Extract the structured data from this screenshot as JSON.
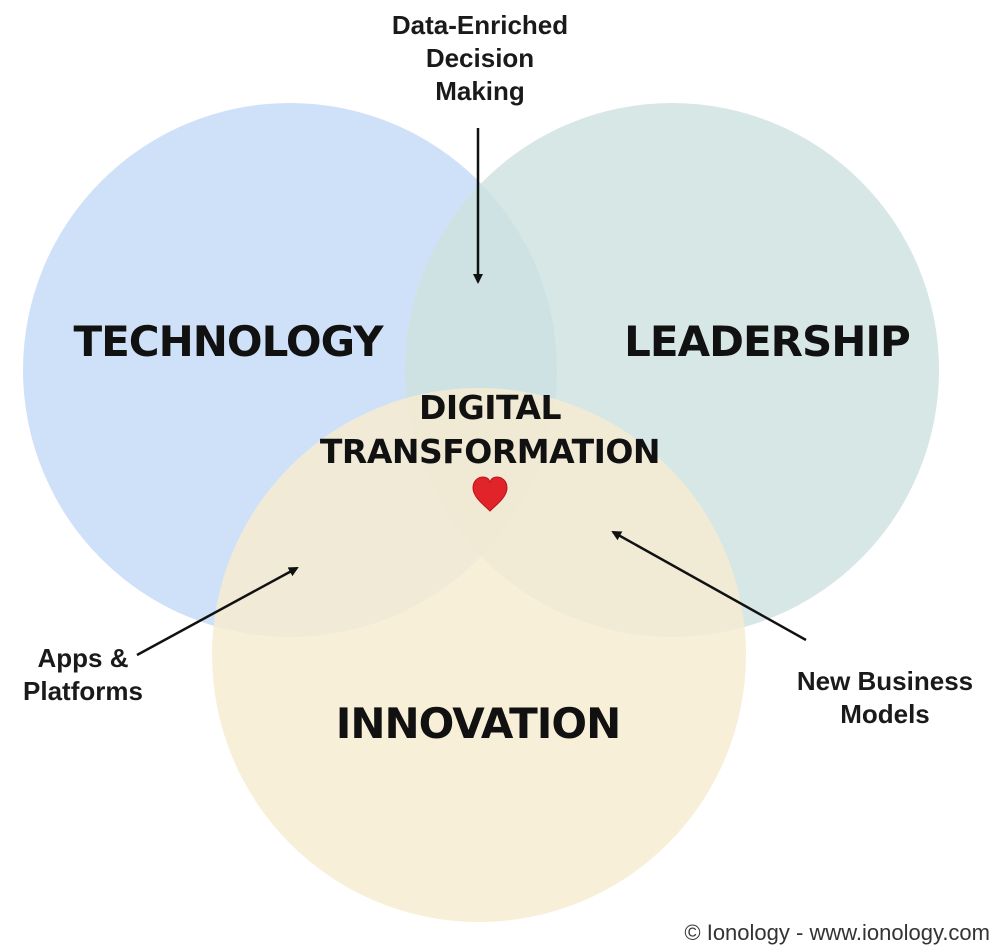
{
  "circles": {
    "technology": {
      "label": "TECHNOLOGY",
      "color": "#c7dcf7"
    },
    "leadership": {
      "label": "LEADERSHIP",
      "color": "#cfe3e2"
    },
    "innovation": {
      "label": "INNOVATION",
      "color": "#f7ecd2"
    }
  },
  "center": {
    "line1": "DIGITAL",
    "line2": "TRANSFORMATION",
    "icon": "heart-icon",
    "icon_color": "#e0242a"
  },
  "annotations": {
    "data_enriched": {
      "lines": [
        "Data-Enriched",
        "Decision",
        "Making"
      ]
    },
    "apps_platforms": {
      "lines": [
        "Apps &",
        "Platforms"
      ]
    },
    "new_business": {
      "lines": [
        "New Business",
        "Models"
      ]
    }
  },
  "footer": {
    "copyright": "© Ionology - www.ionology.com"
  }
}
